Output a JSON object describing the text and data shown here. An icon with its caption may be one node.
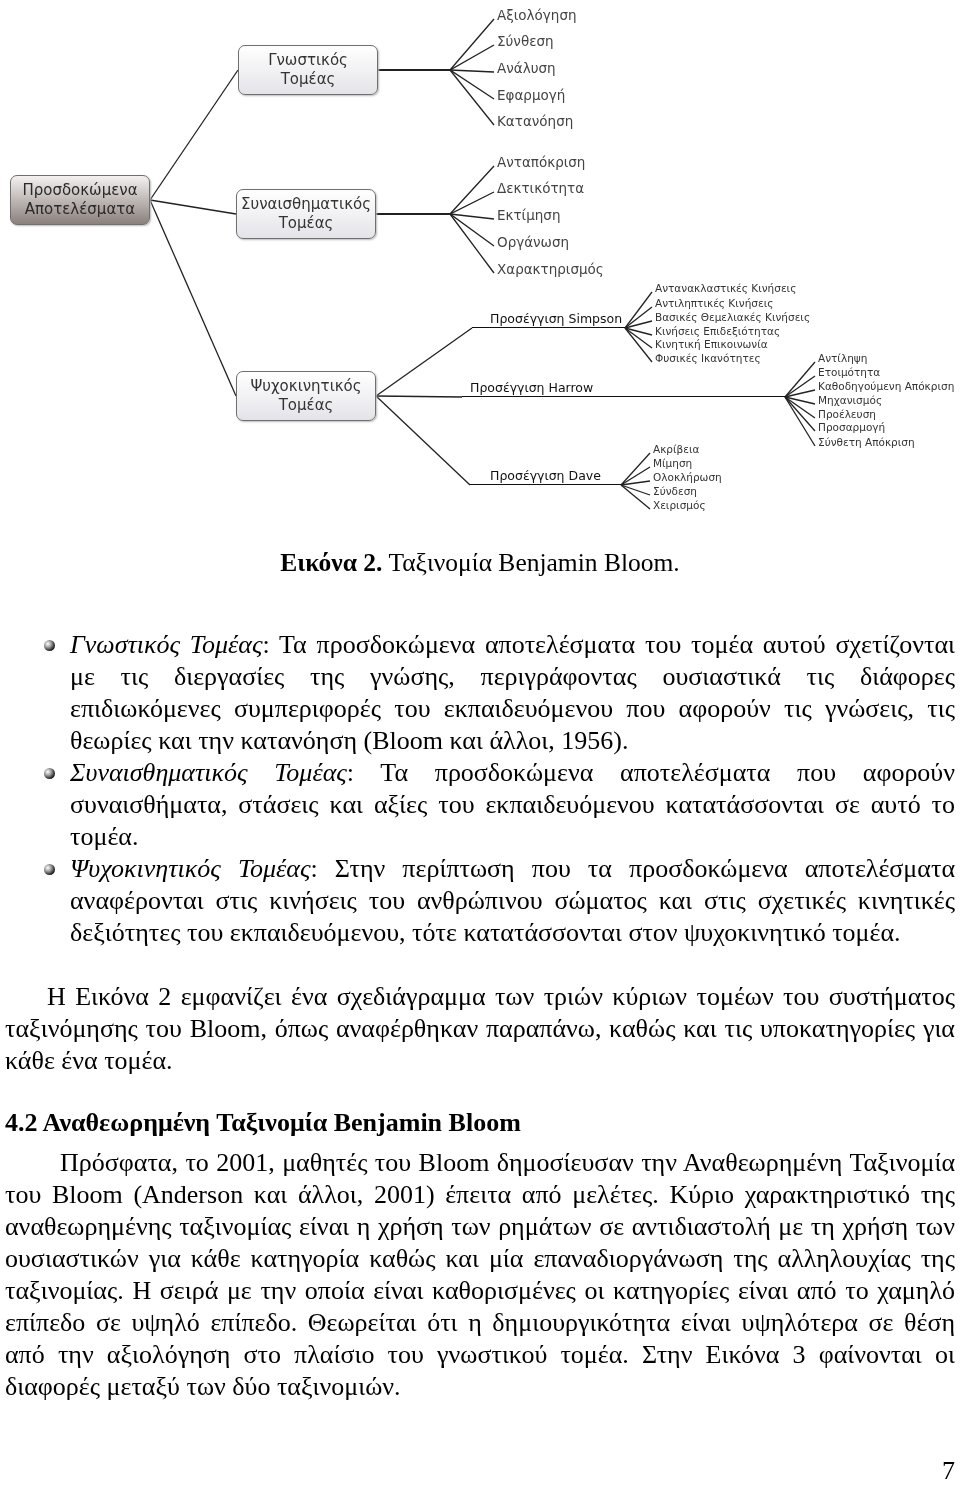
{
  "diagram": {
    "caption": "**Εικόνα 2.** Ταξινομία Benjamin Bloom.",
    "nodes": [
      {
        "text": [
          "Προσδοκώμενα Αποτελέσματα"
        ]
      },
      {
        "text": [
          "Γνωστικός Τομέας"
        ]
      },
      {
        "text": [
          "Συναισθηματικός Τομέας"
        ]
      },
      {
        "text": [
          "Ψυχοκινητικός Τομέας"
        ]
      },
      {
        "text": [
          "Αξιολόγηση"
        ]
      },
      {
        "text": [
          "Σύνθεση"
        ]
      },
      {
        "text": [
          "Ανάλυση"
        ]
      },
      {
        "text": [
          "Εφαρμογή"
        ]
      },
      {
        "text": [
          "Κατανόηση"
        ]
      },
      {
        "text": [
          "Ανταπόκριση"
        ]
      },
      {
        "text": [
          "Δεκτικότητα"
        ]
      },
      {
        "text": [
          "Εκτίμηση"
        ]
      },
      {
        "text": [
          "Οργάνωση"
        ]
      },
      {
        "text": [
          "Χαρακτηρισμός"
        ]
      },
      {
        "text": [
          "Προσέγγιση Simpson"
        ]
      },
      {
        "text": [
          "Προσέγγιση Harrow"
        ]
      },
      {
        "text": [
          "Προσέγγιση Dave"
        ]
      },
      {
        "text": [
          "Αντανακλαστικές Κινήσεις"
        ]
      },
      {
        "text": [
          "Αντιληπτικές Κινήσεις"
        ]
      },
      {
        "text": [
          "Βασικές Θεμελιακές Κινήσεις"
        ]
      },
      {
        "text": [
          "Κινήσεις Επιδεξιότητας"
        ]
      },
      {
        "text": [
          "Κινητική Επικοινωνία"
        ]
      },
      {
        "text": [
          "Φυσικές Ικανότητες"
        ]
      },
      {
        "text": [
          "Αντίληψη"
        ]
      },
      {
        "text": [
          "Ετοιμότητα"
        ]
      },
      {
        "text": [
          "Καθοδηγούμενη Απόκριση"
        ]
      },
      {
        "text": [
          "Μηχανισμός"
        ]
      },
      {
        "text": [
          "Προέλευση"
        ]
      },
      {
        "text": [
          "Προσαρμογή"
        ]
      },
      {
        "text": [
          "Σύνθετη Απόκριση"
        ]
      },
      {
        "text": [
          "Ακρίβεια"
        ]
      },
      {
        "text": [
          "Μίμηση"
        ]
      },
      {
        "text": [
          "Ολοκλήρωση"
        ]
      },
      {
        "text": [
          "Σύνδεση"
        ]
      },
      {
        "text": [
          "Χειρισμός"
        ]
      }
    ],
    "edges": [
      {
        "from": 0,
        "to": 1,
        "arrow": "none"
      },
      {
        "from": 0,
        "to": 2,
        "arrow": "none"
      },
      {
        "from": 0,
        "to": 3,
        "arrow": "none"
      },
      {
        "from": 1,
        "to": 4,
        "arrow": "none"
      },
      {
        "from": 1,
        "to": 5,
        "arrow": "none"
      },
      {
        "from": 1,
        "to": 6,
        "arrow": "none"
      },
      {
        "from": 1,
        "to": 7,
        "arrow": "none"
      },
      {
        "from": 1,
        "to": 8,
        "arrow": "none"
      },
      {
        "from": 2,
        "to": 9,
        "arrow": "none"
      },
      {
        "from": 2,
        "to": 10,
        "arrow": "none"
      },
      {
        "from": 2,
        "to": 11,
        "arrow": "none"
      },
      {
        "from": 2,
        "to": 12,
        "arrow": "none"
      },
      {
        "from": 2,
        "to": 13,
        "arrow": "none"
      },
      {
        "from": 3,
        "to": 14,
        "arrow": "none"
      },
      {
        "from": 3,
        "to": 15,
        "arrow": "none"
      },
      {
        "from": 3,
        "to": 16,
        "arrow": "none"
      },
      {
        "from": 14,
        "to": 17,
        "arrow": "none"
      },
      {
        "from": 14,
        "to": 18,
        "arrow": "none"
      },
      {
        "from": 14,
        "to": 19,
        "arrow": "none"
      },
      {
        "from": 14,
        "to": 20,
        "arrow": "none"
      },
      {
        "from": 14,
        "to": 21,
        "arrow": "none"
      },
      {
        "from": 14,
        "to": 22,
        "arrow": "none"
      },
      {
        "from": 15,
        "to": 23,
        "arrow": "none"
      },
      {
        "from": 15,
        "to": 24,
        "arrow": "none"
      },
      {
        "from": 15,
        "to": 25,
        "arrow": "none"
      },
      {
        "from": 15,
        "to": 26,
        "arrow": "none"
      },
      {
        "from": 15,
        "to": 27,
        "arrow": "none"
      },
      {
        "from": 15,
        "to": 28,
        "arrow": "none"
      },
      {
        "from": 15,
        "to": 29,
        "arrow": "none"
      },
      {
        "from": 16,
        "to": 30,
        "arrow": "none"
      },
      {
        "from": 16,
        "to": 31,
        "arrow": "none"
      },
      {
        "from": 16,
        "to": 32,
        "arrow": "none"
      },
      {
        "from": 16,
        "to": 33,
        "arrow": "none"
      },
      {
        "from": 16,
        "to": 34,
        "arrow": "none"
      }
    ],
    "labels": [
      "*Γνωστικός Τομέας*: Τα προσδοκώμενα αποτελέσματα του τομέα αυτού σχετίζονται με τις διεργασίες της γνώσης, περιγράφοντας ουσιαστικά τις διάφορες επιδιωκόμενες συμπεριφορές του εκπαιδευόμενου που αφορούν τις γνώσεις, τις θεωρίες και την κατανόηση (Bloom και άλλοι, 1956).",
      "*Συναισθηματικός Τομέας*: Τα προσδοκώμενα αποτελέσματα που αφορούν συναισθήματα, στάσεις και αξίες του εκπαιδευόμενου κατατάσσονται σε αυτό το τομέα.",
      "*Ψυχοκινητικός Τομέας*: Στην περίπτωση που τα προσδοκώμενα αποτελέσματα αναφέρονται στις κινήσεις του ανθρώπινου σώματος και στις σχετικές κινητικές δεξιότητες του εκπαιδευόμενου, τότε κατατάσσονται στον ψυχοκινητικό τομέα.",
      "Η Εικόνα 2 εμφανίζει ένα σχεδιάγραμμα των τριών κύριων τομέων του συστήματος ταξινόμησης του Bloom, όπως αναφέρθηκαν παραπάνω, καθώς και τις υποκατηγορίες για κάθε ένα τομέα.",
      "4.2 Αναθεωρημένη Ταξινομία Benjamin Bloom",
      "Πρόσφατα, το 2001, μαθητές του Bloom δημοσίευσαν την Αναθεωρημένη Ταξινομία του Bloom (Anderson και άλλοι, 2001) έπειτα από μελέτες. Κύριο χαρακτηριστικό της αναθεωρημένης ταξινομίας είναι η χρήση των ρημάτων σε αντιδιαστολή με τη χρήση των ουσιαστικών για κάθε κατηγορία καθώς και μία επαναδιοργάνωση της αλληλουχίας της ταξινομίας. Η σειρά με την οποία είναι καθορισμένες οι κατηγορίες είναι από το χαμηλό επίπεδο σε υψηλό επίπεδο. Θεωρείται ότι η δημιουργικότητα είναι υψηλότερα σε θέση από την αξιολόγηση στο πλαίσιο του γνωστικού τομέα. Στην Εικόνα 3 φαίνονται οι διαφορές μεταξύ των δύο ταξινομιών.",
      "7"
    ]
  }
}
